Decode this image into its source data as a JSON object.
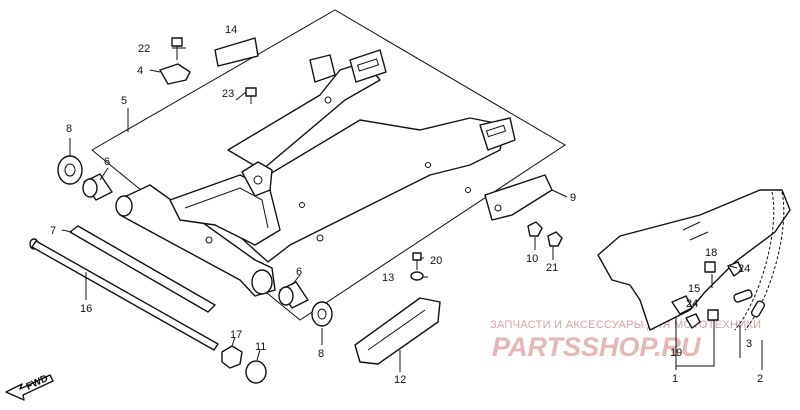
{
  "labels": {
    "l1": "1",
    "l2": "2",
    "l3": "3",
    "l4": "4",
    "l5": "5",
    "l6a": "6",
    "l6b": "6",
    "l7": "7",
    "l8a": "8",
    "l8b": "8",
    "l9": "9",
    "l10": "10",
    "l11": "11",
    "l12": "12",
    "l13": "13",
    "l14": "14",
    "l15": "15",
    "l16": "16",
    "l17": "17",
    "l18": "18",
    "l19": "19",
    "l20": "20",
    "l21": "21",
    "l22": "22",
    "l23": "23",
    "l24a": "24",
    "l24b": "24"
  },
  "forward_marker": "FWD",
  "watermark": {
    "subtitle": "ЗАПЧАСТИ И АКСЕССУАРЫ ДЛЯ МОТОТЕХНИКИ",
    "brand": "PARTSSHOP.RU"
  }
}
